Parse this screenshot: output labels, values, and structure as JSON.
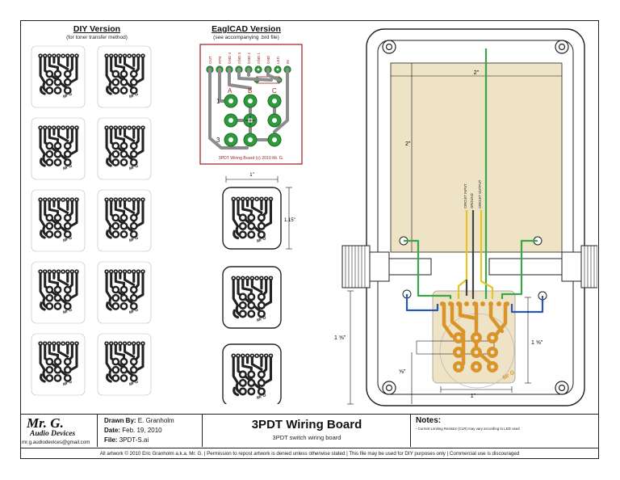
{
  "diy": {
    "title": "DIY Version",
    "subtitle": "(for toner transfer method)"
  },
  "eagle": {
    "title": "EaglCAD Version",
    "subtitle": "(see accompanying .brd file)",
    "pad_labels": [
      "OUT",
      "RTN",
      "GND 4",
      "GND 3",
      "GND 2",
      "GND 1",
      "GND",
      "LED",
      "IN"
    ],
    "cols": [
      "A",
      "B",
      "C"
    ],
    "rows": [
      "1",
      "3"
    ],
    "board_caption": "3PDT Wiring Board   (c) 2010 Mr. G."
  },
  "dims": {
    "one_inch": "1\"",
    "one_fifteen": "1.15\"",
    "two_inch": "2\"",
    "one_five_eighth": "1 ⅝\"",
    "five_eighth": "⅝\""
  },
  "wires": [
    "CIRCUIT INPUT",
    "GROUND",
    "CIRCUIT OUTPUT"
  ],
  "title_block": {
    "logo_top": "Mr. G.",
    "logo_bottom": "Audio Devices",
    "email": "mr.g.audiodevices@gmail.com",
    "drawn_by_label": "Drawn By:",
    "drawn_by": "E. Granholm",
    "date_label": "Date:",
    "date": "Feb. 19, 2010",
    "file_label": "File:",
    "file": "3PDT-S.ai",
    "title": "3PDT  Wiring Board",
    "subtitle": "3PDT switch wiring board",
    "notes_label": "Notes:",
    "notes": "- Current Limiting Resistor (CLR) may vary according to LED used"
  },
  "footer": "All artwork © 2010 Eric Granholm a.k.a. Mr. G.  |  Permission to repost artwork is denied unless otherwise stated  |  This file may be used for DIY purposes only  |  Commercial use is discouraged",
  "colors": {
    "pcb_green": "#2f9a3c",
    "copper": "#d9952b",
    "board_fill": "#efe3c6",
    "wire_yellow": "#e7c41f",
    "wire_blue": "#2a56b5",
    "wire_green": "#3aa64a",
    "outline_red": "#9c1b1b"
  }
}
